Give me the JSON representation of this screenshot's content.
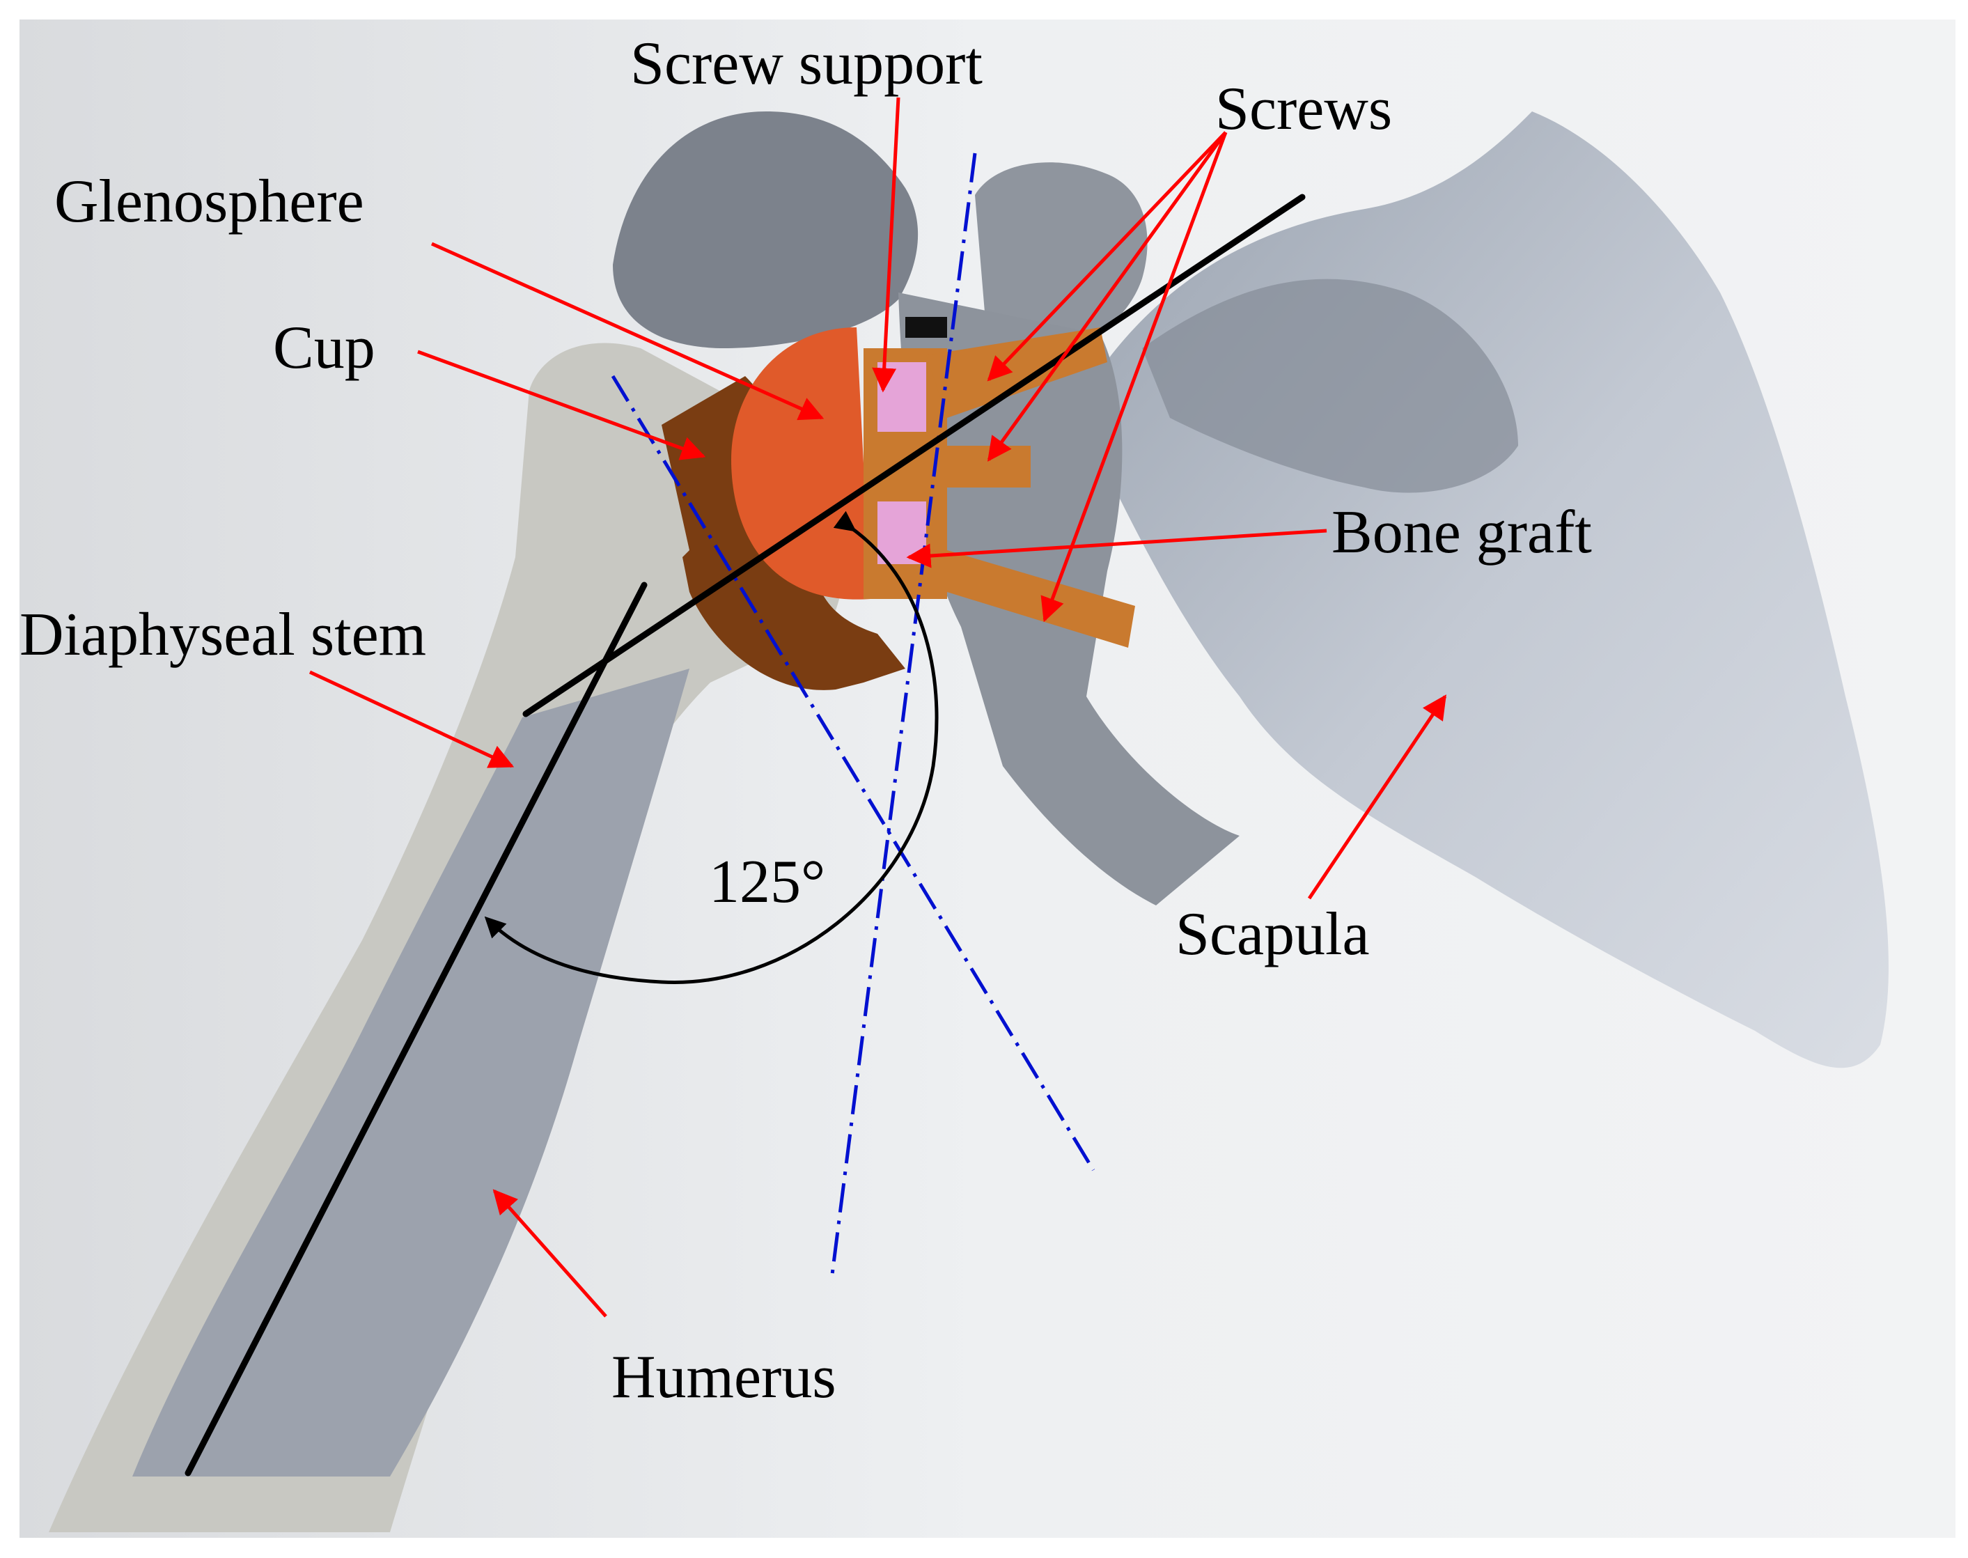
{
  "labels": {
    "screw_support": "Screw support",
    "screws": "Screws",
    "glenosphere": "Glenosphere",
    "cup": "Cup",
    "bone_graft": "Bone graft",
    "diaphyseal_stem": "Diaphyseal stem",
    "scapula": "Scapula",
    "humerus": "Humerus",
    "angle": "125°"
  },
  "colors": {
    "arrow": "#ff0000",
    "axis_lines": "#0010d0",
    "glenosphere": "#e05a2a",
    "cup": "#7a3d12",
    "screws": "#c97a2f",
    "bone_graft": "#e5a4d8",
    "scapula": "#b9c0ca",
    "humerus": "#c9c9c4",
    "stem": "#9ca2ad"
  }
}
